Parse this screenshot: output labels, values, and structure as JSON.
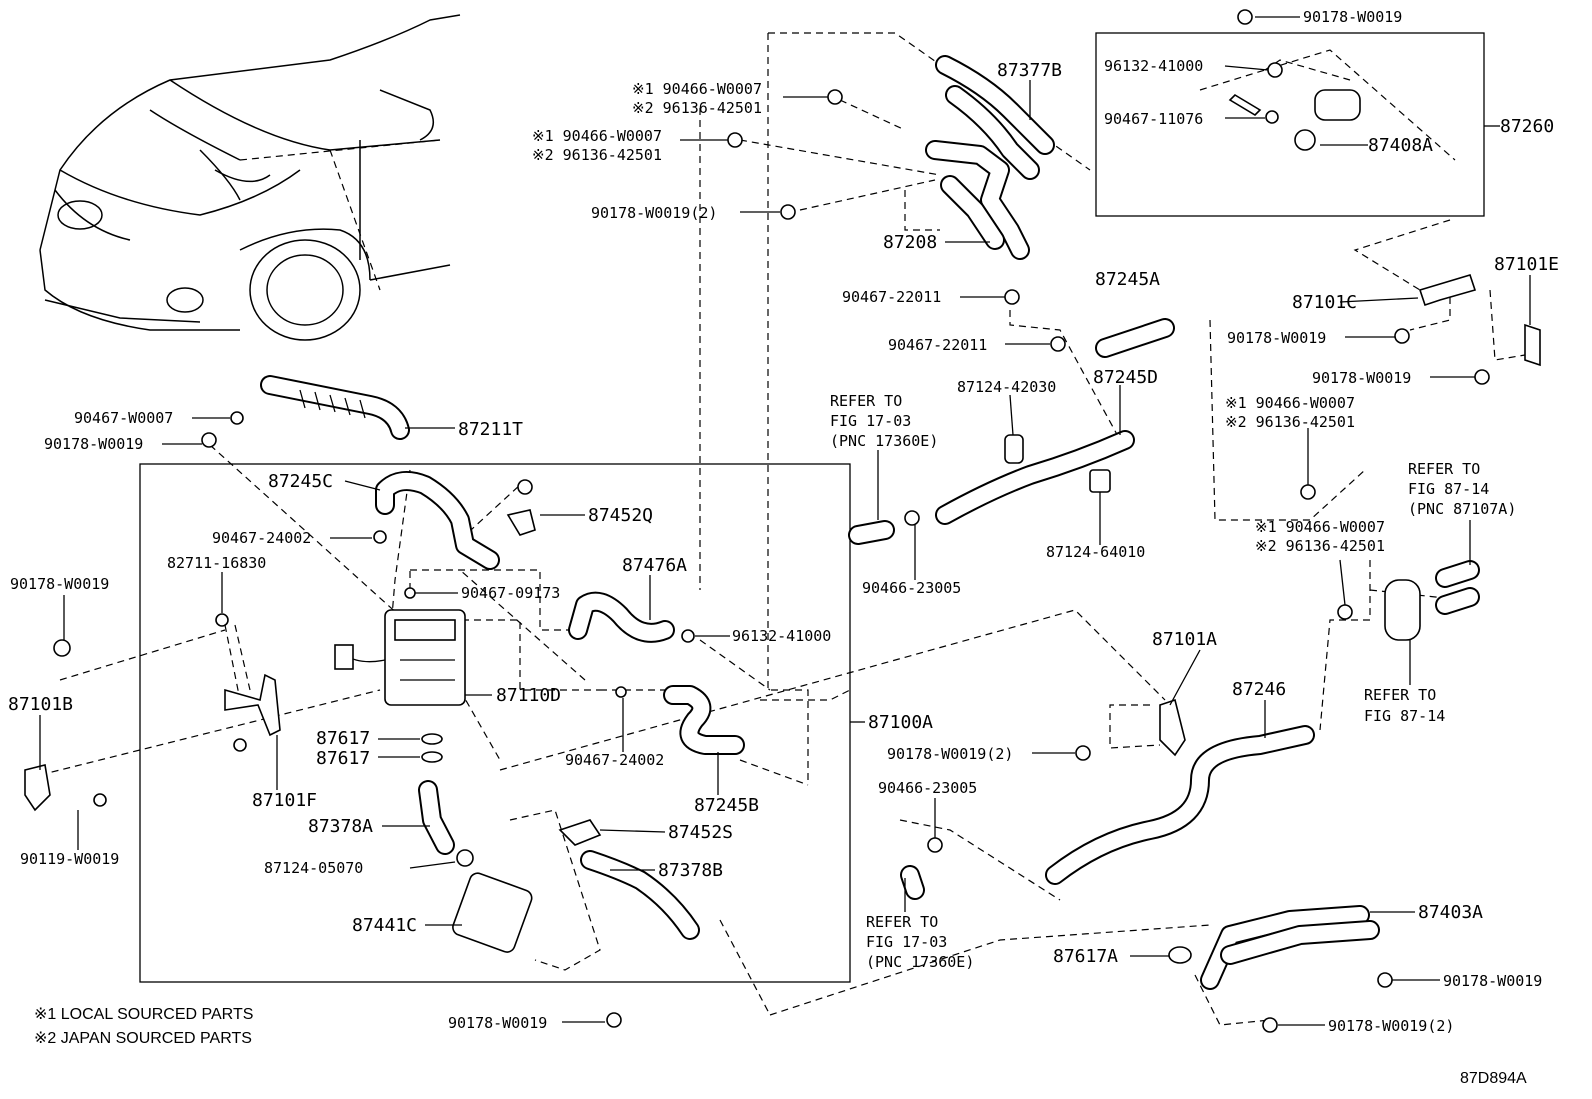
{
  "labels": {
    "p87377B": "87377B",
    "p90178_top": "90178-W0019",
    "p96132_top": "96132-41000",
    "p90467_11076": "90467-11076",
    "p87408A": "87408A",
    "p87260": "87260",
    "p90466_a1": "※1 90466-W0007",
    "p96136_a2": "※2 96136-42501",
    "p90466_b1": "※1 90466-W0007",
    "p96136_b2": "※2 96136-42501",
    "p90178_2a": "90178-W0019(2)",
    "p87208": "87208",
    "p90467_22011a": "90467-22011",
    "p90467_22011b": "90467-22011",
    "p87245A": "87245A",
    "p87101C": "87101C",
    "p87101E": "87101E",
    "p90178_c": "90178-W0019",
    "p90178_d": "90178-W0019",
    "p87124_42030": "87124-42030",
    "p87245D": "87245D",
    "p90466_c1": "※1 90466-W0007",
    "p96136_c2": "※2 96136-42501",
    "refer1a": "REFER TO",
    "refer1b": "FIG 17-03",
    "refer1c": "(PNC 17360E)",
    "p87124_64010": "87124-64010",
    "p90466_23005a": "90466-23005",
    "refer2a": "REFER TO",
    "refer2b": "FIG 87-14",
    "refer2c": "(PNC 87107A)",
    "p90466_d1": "※1 90466-W0007",
    "p96136_d2": "※2 96136-42501",
    "refer3a": "REFER TO",
    "refer3b": "FIG 87-14",
    "p90467_W0007": "90467-W0007",
    "p87211T": "87211T",
    "p90178_e": "90178-W0019",
    "p87245C": "87245C",
    "p87452Q": "87452Q",
    "p90467_24002a": "90467-24002",
    "p82711": "82711-16830",
    "p90178_f": "90178-W0019",
    "p87476A": "87476A",
    "p90467_09173": "90467-09173",
    "p96132_b": "96132-41000",
    "p87110D": "87110D",
    "p87101B": "87101B",
    "p87617a": "87617",
    "p87617b": "87617",
    "p87100A": "87100A",
    "p90467_24002b": "90467-24002",
    "p87245B": "87245B",
    "p87101F": "87101F",
    "p87378A": "87378A",
    "p87452S": "87452S",
    "p90119": "90119-W0019",
    "p87124_05070": "87124-05070",
    "p87378B": "87378B",
    "p87441C": "87441C",
    "p87101A": "87101A",
    "p87246": "87246",
    "p90178_2b": "90178-W0019(2)",
    "p90466_23005b": "90466-23005",
    "refer4a": "REFER TO",
    "refer4b": "FIG 17-03",
    "refer4c": "(PNC 17360E)",
    "p87617A": "87617A",
    "p87403A": "87403A",
    "p90178_g": "90178-W0019",
    "p90178_h": "90178-W0019",
    "p90178_2c": "90178-W0019(2)"
  },
  "notes": {
    "local": "※1 LOCAL SOURCED PARTS",
    "japan": "※2 JAPAN SOURCED PARTS"
  },
  "figure_id": "87D894A"
}
